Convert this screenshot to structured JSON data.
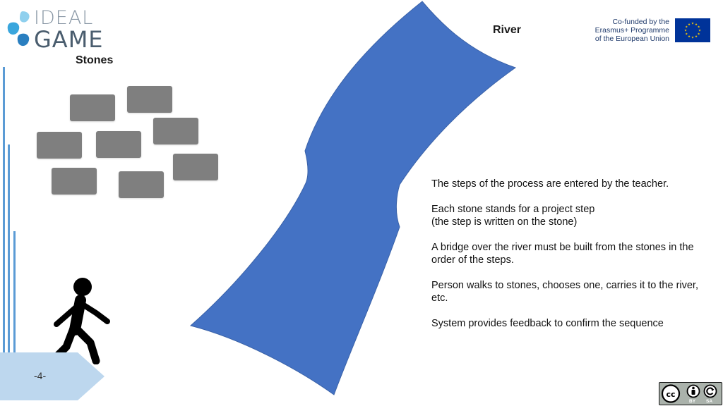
{
  "logo": {
    "line1": "IDEAL",
    "line2": "GAME"
  },
  "headings": {
    "stones": "Stones",
    "river": "River"
  },
  "eu": {
    "line1": "Co-funded by the",
    "line2": "Erasmus+ Programme",
    "line3": "of the European Union"
  },
  "description": {
    "p1": "The steps of the process are entered by the teacher.",
    "p2a": "Each stone stands for a project step",
    "p2b": "(the step is written on the stone)",
    "p3": "A bridge over the river must be built from the stones in the order of the steps.",
    "p4": "Person walks to stones, chooses one, carries it to the river, etc.",
    "p5": "System provides feedback to confirm the sequence"
  },
  "page_number": "-4-",
  "license": {
    "by": "BY",
    "sa": "SA"
  },
  "colors": {
    "river": "#4472c4",
    "stone": "#7f7f7f",
    "accent": "#5b9bd5",
    "tab": "#bdd7ee",
    "eu_flag": "#003399",
    "eu_star": "#ffcc00"
  },
  "icons": [
    "ideal-game-logo",
    "walking-person-icon",
    "eu-flag-icon",
    "creative-commons-icon"
  ]
}
